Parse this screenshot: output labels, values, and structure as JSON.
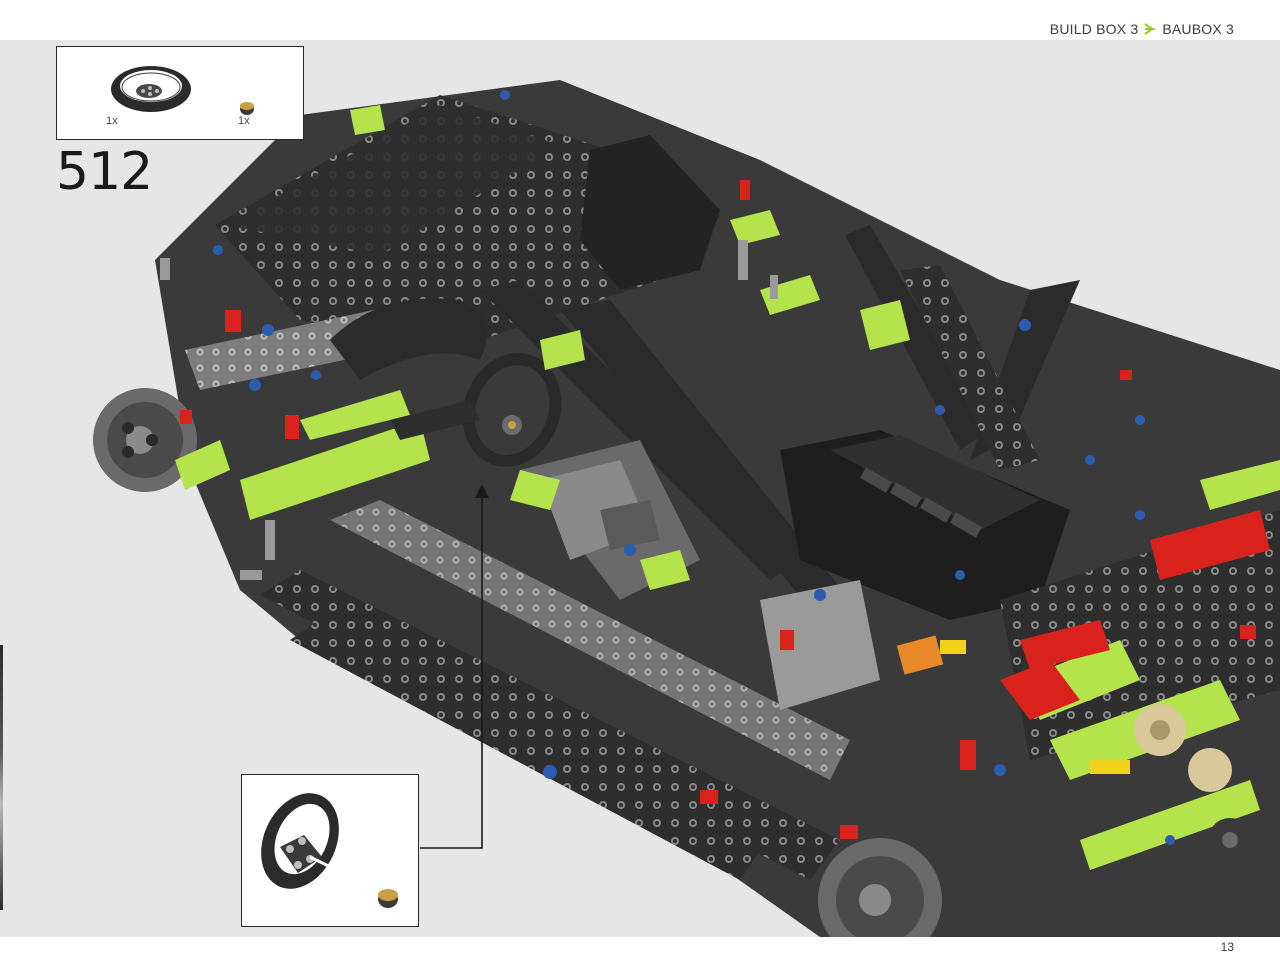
{
  "header": {
    "build_box": "BUILD BOX 3",
    "baubox": "BAUBOX 3",
    "arrow_icon": "chevron-arrow-icon",
    "accent_color": "#9ccc1a"
  },
  "parts_list": {
    "items": [
      {
        "name": "steering-wheel",
        "quantity": "1x"
      },
      {
        "name": "round-tile-cap",
        "quantity": "1x"
      }
    ]
  },
  "step": {
    "number": "512"
  },
  "footer": {
    "page_number": "13"
  },
  "colors": {
    "background": "#e6e6e6",
    "dark_beam": "#2e2e2e",
    "lime": "#b5e34c",
    "red": "#d9221c",
    "blue": "#2a5db0",
    "grey": "#8f8f8f"
  }
}
